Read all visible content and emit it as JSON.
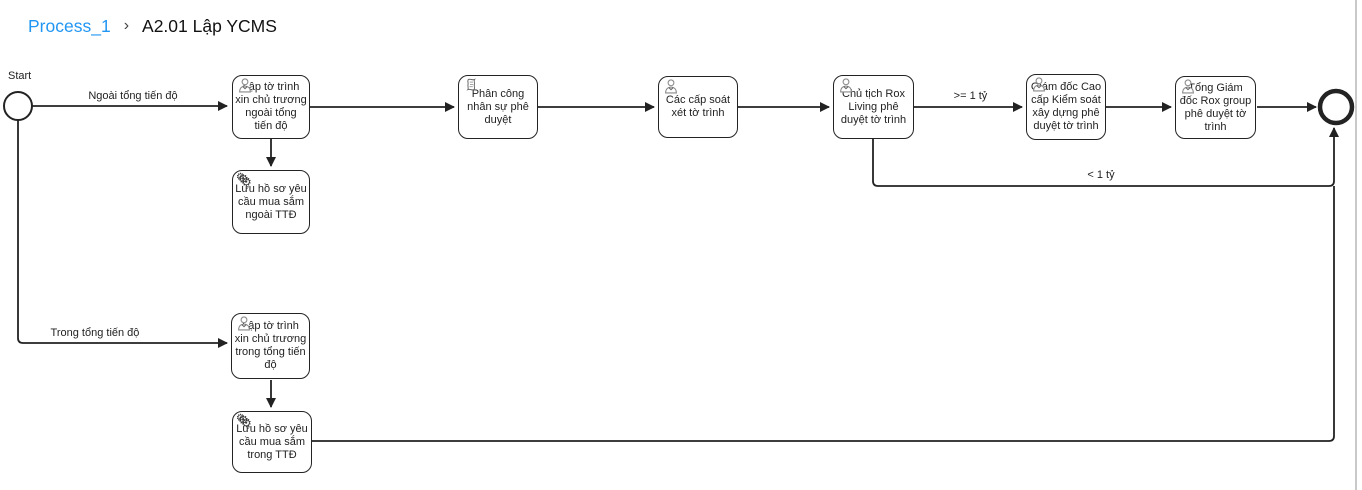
{
  "breadcrumb": {
    "process_link": "Process_1",
    "separator": "›",
    "current": "A2.01 Lập YCMS"
  },
  "diagram": {
    "start_event_label": "Start",
    "tasks": [
      {
        "label": "Lập tờ trình xin chủ trương ngoài tổng tiến độ",
        "icon": "user-icon"
      },
      {
        "label": "Lưu hồ sơ yêu cầu mua sắm ngoài TTĐ",
        "icon": "gears-icon"
      },
      {
        "label": "Phân công nhân sự phê duyệt",
        "icon": "script-icon"
      },
      {
        "label": "Các cấp soát xét tờ trình",
        "icon": "user-icon"
      },
      {
        "label": "Chủ tịch Rox Living phê duyệt tờ trình",
        "icon": "user-icon"
      },
      {
        "label": "Giám đốc Cao cấp Kiểm soát xây dựng phê duyệt tờ trình",
        "icon": "user-icon"
      },
      {
        "label": "Tổng Giám đốc Rox group phê duyệt tờ trình",
        "icon": "user-icon"
      },
      {
        "label": "Lập tờ trình xin chủ trương trong tổng tiến độ",
        "icon": "user-icon"
      },
      {
        "label": "Lưu hồ sơ yêu cầu mua sắm trong TTĐ",
        "icon": "gears-icon"
      }
    ],
    "edge_labels": {
      "outside_schedule": "Ngoài tổng tiến độ",
      "inside_schedule": "Trong tổng tiến độ",
      "gte_1_billion": ">= 1 tỷ",
      "lt_1_billion": "< 1 tỷ"
    },
    "gear_glyph": "⚙"
  },
  "colors": {
    "link_blue": "#2196f3",
    "shape_stroke": "#222222",
    "canvas_border": "#c9c9c9"
  }
}
